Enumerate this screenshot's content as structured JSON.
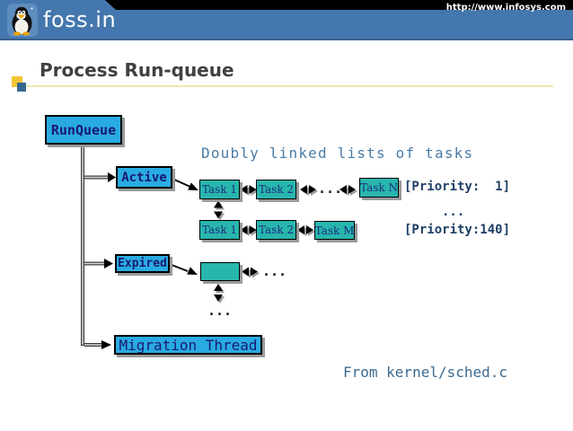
{
  "header": {
    "brand": "foss.in",
    "url": "http://www.infosys.com",
    "bar_color": "#4477ad"
  },
  "title": {
    "text": "Process Run-queue"
  },
  "diagram": {
    "runqueue_label": "RunQueue",
    "heading": "Doubly linked lists of tasks",
    "active_label": "Active",
    "expired_label": "Expired",
    "migration_label": "Migration Thread",
    "row1": {
      "tasks": [
        "Task 1",
        "Task 2",
        "Task N"
      ],
      "priority": "[Priority:  1]"
    },
    "row2": {
      "tasks": [
        "Task 1",
        "Task 2",
        "Task M"
      ],
      "priority": "[Priority:140]"
    },
    "ellipsis": "...",
    "footer": "From kernel/sched.c",
    "colors": {
      "queue_box": "#29abe2",
      "task_box": "#28b6ad",
      "box_label_navy": "#191970",
      "heading_blue": "#4a7ba6",
      "priority_navy": "#1f3f66",
      "footer_blue": "#3d6a8f",
      "title_gray": "#404040",
      "rule_yellow": "#ece7ad"
    }
  }
}
